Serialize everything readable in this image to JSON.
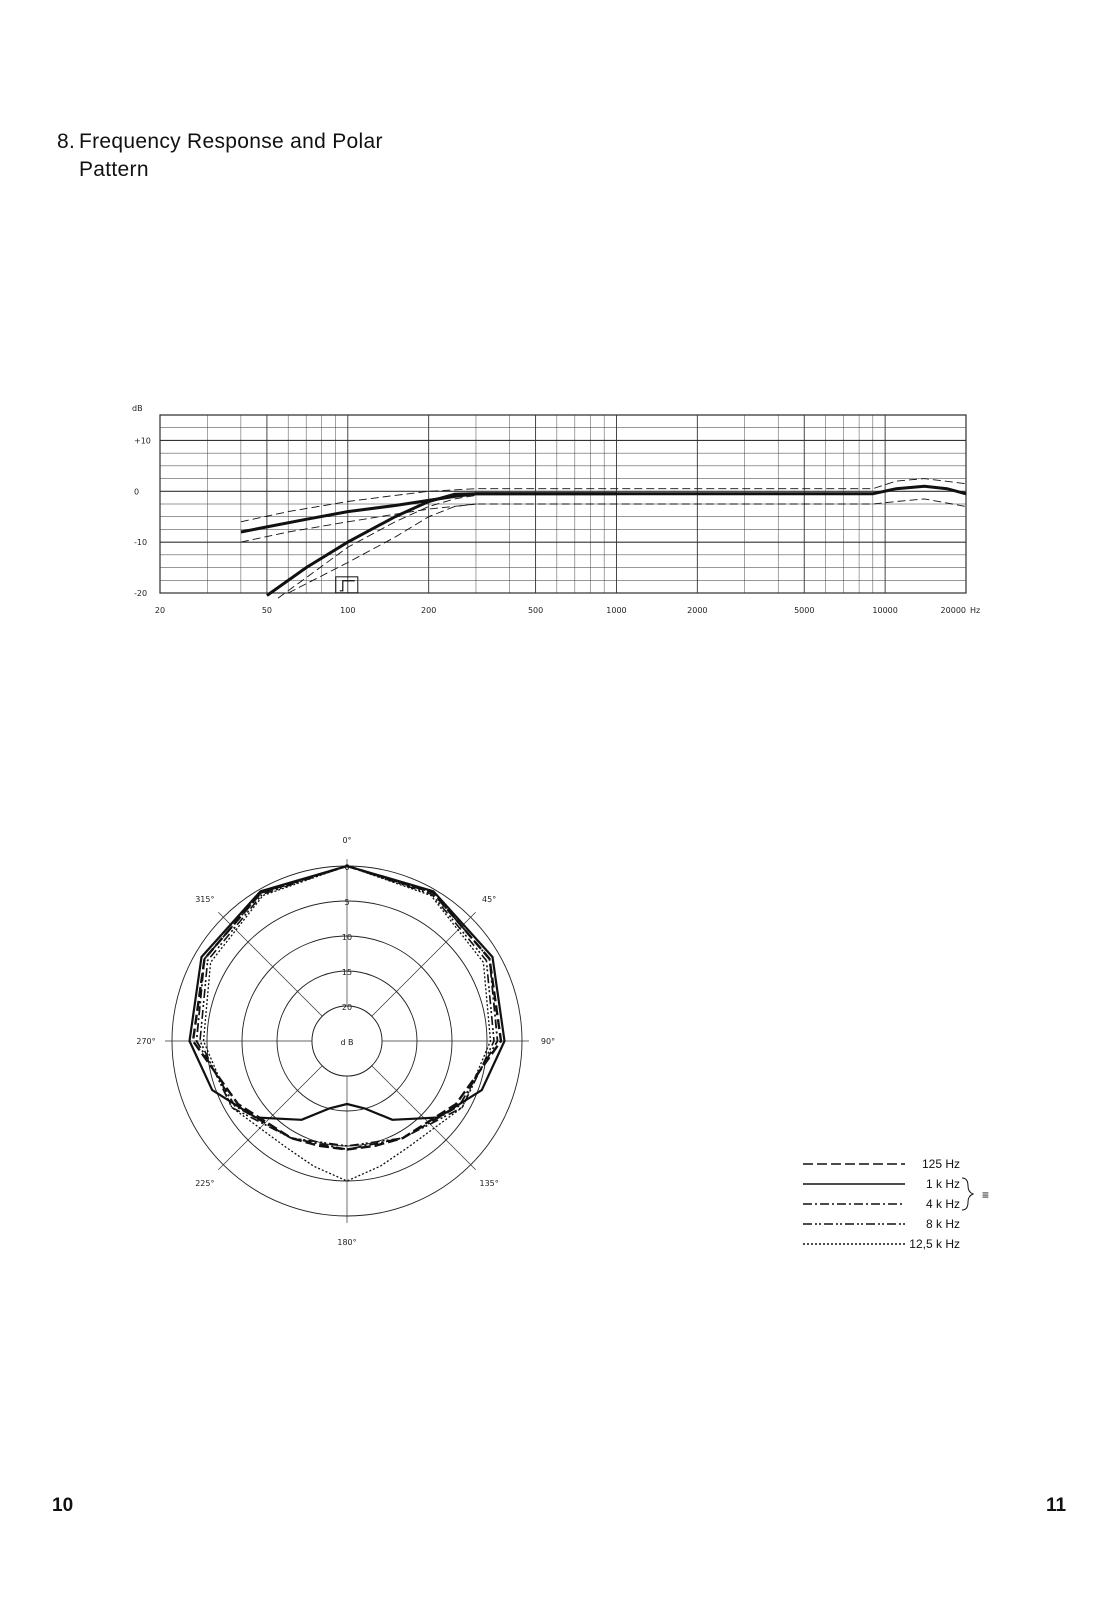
{
  "page": {
    "heading_number": "8.",
    "heading_line1": "Frequency Response and Polar",
    "heading_line2": "Pattern",
    "left_page_number": "10",
    "right_page_number": "11"
  },
  "chart_data": [
    {
      "type": "line",
      "ylabel": "dB",
      "x_scale": "log",
      "xlim": [
        20,
        20000
      ],
      "ylim": [
        -20,
        15
      ],
      "x_unit": "Hz",
      "x_ticks": [
        "20",
        "50",
        "100",
        "200",
        "500",
        "1000",
        "2000",
        "5000",
        "10000",
        "20000"
      ],
      "y_ticks": [
        "+10",
        "0",
        "-10",
        "-20"
      ],
      "grid": true,
      "series": [
        {
          "style": "solid-thick",
          "points": [
            [
              40,
              -8
            ],
            [
              50,
              -7
            ],
            [
              70,
              -5.5
            ],
            [
              100,
              -4
            ],
            [
              150,
              -2.8
            ],
            [
              200,
              -1.8
            ],
            [
              250,
              -1
            ],
            [
              300,
              -0.5
            ],
            [
              500,
              -0.5
            ],
            [
              1000,
              -0.5
            ],
            [
              2000,
              -0.5
            ],
            [
              5000,
              -0.5
            ],
            [
              9000,
              -0.5
            ],
            [
              11000,
              0.5
            ],
            [
              14000,
              1
            ],
            [
              17000,
              0.5
            ],
            [
              20000,
              -0.5
            ]
          ]
        },
        {
          "style": "solid-thick",
          "points": [
            [
              50,
              -20.5
            ],
            [
              70,
              -15
            ],
            [
              100,
              -10
            ],
            [
              150,
              -5
            ],
            [
              200,
              -2
            ],
            [
              250,
              -0.6
            ],
            [
              300,
              -0.5
            ],
            [
              500,
              -0.5
            ],
            [
              1000,
              -0.5
            ]
          ]
        },
        {
          "style": "tolerance-dashed",
          "points": [
            [
              40,
              -6
            ],
            [
              60,
              -4
            ],
            [
              100,
              -2
            ],
            [
              150,
              -0.8
            ],
            [
              200,
              0
            ],
            [
              300,
              0.5
            ],
            [
              1000,
              0.5
            ],
            [
              9000,
              0.5
            ],
            [
              11000,
              2
            ],
            [
              14000,
              2.5
            ],
            [
              20000,
              1.5
            ]
          ]
        },
        {
          "style": "tolerance-dashed",
          "points": [
            [
              40,
              -10
            ],
            [
              60,
              -8
            ],
            [
              100,
              -6
            ],
            [
              150,
              -4.5
            ],
            [
              200,
              -3.5
            ],
            [
              300,
              -2.5
            ],
            [
              1000,
              -2.5
            ],
            [
              9000,
              -2.5
            ],
            [
              11000,
              -2
            ],
            [
              14000,
              -1.5
            ],
            [
              20000,
              -3
            ]
          ]
        },
        {
          "style": "tolerance-dashed",
          "points": [
            [
              60,
              -20
            ],
            [
              100,
              -14
            ],
            [
              150,
              -9
            ],
            [
              200,
              -5
            ],
            [
              250,
              -3
            ],
            [
              300,
              -2.5
            ]
          ]
        },
        {
          "style": "tolerance-dashed",
          "points": [
            [
              55,
              -21
            ],
            [
              70,
              -17
            ],
            [
              100,
              -11
            ],
            [
              150,
              -6
            ],
            [
              200,
              -3
            ],
            [
              250,
              -1.5
            ],
            [
              300,
              -0.8
            ]
          ]
        }
      ],
      "annotation": "high-pass filter symbol"
    },
    {
      "type": "polar",
      "angle_labels": [
        "0°",
        "45°",
        "90°",
        "135°",
        "180°",
        "225°",
        "270°",
        "315°"
      ],
      "radial_labels": [
        "0",
        "5",
        "10",
        "15",
        "20",
        "d B"
      ],
      "rlim": [
        0,
        25
      ],
      "series": [
        {
          "name": "125 Hz",
          "style": "dashed",
          "points": [
            [
              0,
              0
            ],
            [
              30,
              0.5
            ],
            [
              60,
              1.5
            ],
            [
              90,
              3
            ],
            [
              120,
              7
            ],
            [
              150,
              9
            ],
            [
              165,
              9.5
            ],
            [
              180,
              9.5
            ],
            [
              195,
              9.5
            ],
            [
              210,
              9
            ],
            [
              240,
              7
            ],
            [
              270,
              3
            ],
            [
              300,
              1.5
            ],
            [
              330,
              0.5
            ]
          ]
        },
        {
          "name": "1 kHz",
          "style": "solid",
          "points": [
            [
              0,
              0
            ],
            [
              30,
              0.3
            ],
            [
              60,
              1
            ],
            [
              90,
              2.5
            ],
            [
              110,
              4.5
            ],
            [
              130,
              8
            ],
            [
              150,
              12
            ],
            [
              165,
              15
            ],
            [
              180,
              16
            ],
            [
              195,
              15
            ],
            [
              210,
              12
            ],
            [
              230,
              8
            ],
            [
              250,
              4.5
            ],
            [
              270,
              2.5
            ],
            [
              300,
              1
            ],
            [
              330,
              0.3
            ]
          ]
        },
        {
          "name": "4 kHz",
          "style": "dash-dot",
          "points": [
            [
              0,
              0
            ],
            [
              30,
              0.5
            ],
            [
              60,
              1.5
            ],
            [
              90,
              3.5
            ],
            [
              120,
              6.5
            ],
            [
              150,
              9
            ],
            [
              180,
              9.5
            ],
            [
              210,
              9
            ],
            [
              240,
              6.5
            ],
            [
              270,
              3.5
            ],
            [
              300,
              1.5
            ],
            [
              330,
              0.5
            ]
          ]
        },
        {
          "name": "8 kHz",
          "style": "dash-dot-dot",
          "points": [
            [
              0,
              0
            ],
            [
              30,
              0.8
            ],
            [
              60,
              2
            ],
            [
              90,
              4
            ],
            [
              120,
              6
            ],
            [
              150,
              9
            ],
            [
              180,
              10
            ],
            [
              210,
              9
            ],
            [
              240,
              6
            ],
            [
              270,
              4
            ],
            [
              300,
              2
            ],
            [
              330,
              0.8
            ]
          ]
        },
        {
          "name": "12,5 kHz",
          "style": "dotted",
          "points": [
            [
              0,
              0
            ],
            [
              30,
              1
            ],
            [
              60,
              2.5
            ],
            [
              90,
              4.5
            ],
            [
              120,
              6
            ],
            [
              150,
              7.5
            ],
            [
              165,
              6.5
            ],
            [
              180,
              5
            ],
            [
              195,
              6.5
            ],
            [
              210,
              7.5
            ],
            [
              240,
              6
            ],
            [
              270,
              4.5
            ],
            [
              300,
              2.5
            ],
            [
              330,
              1
            ]
          ]
        }
      ],
      "legend": {
        "position": "bottom-right",
        "entries": [
          "125 Hz",
          "1 k Hz",
          "4 k Hz",
          "8 k Hz",
          "12,5 k Hz"
        ],
        "brace_symbol": "≡"
      }
    }
  ]
}
